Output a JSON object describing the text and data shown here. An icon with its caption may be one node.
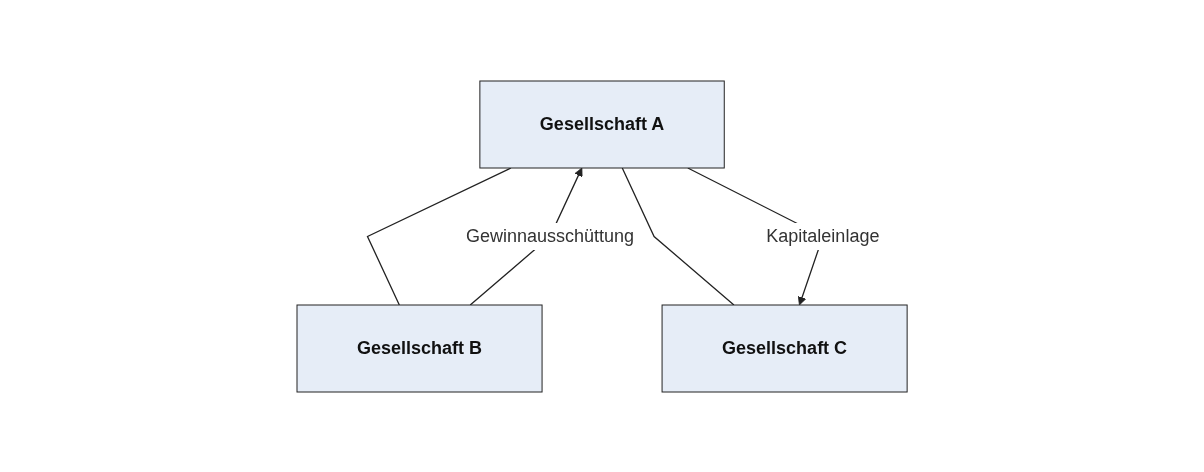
{
  "diagram": {
    "nodes": [
      {
        "text": [
          "Gesellschaft A"
        ]
      },
      {
        "text": [
          "Gesellschaft B"
        ]
      },
      {
        "text": [
          "Gesellschaft C"
        ]
      }
    ],
    "edges": [
      {
        "from": 0,
        "to": 1,
        "arrow": "none"
      },
      {
        "from": 0,
        "to": 2,
        "arrow": "none"
      },
      {
        "from": 1,
        "to": 0,
        "arrow": "to",
        "label": "Gewinnausschüttung"
      },
      {
        "from": 0,
        "to": 2,
        "arrow": "to",
        "label": "Kapitaleinlage"
      }
    ]
  }
}
